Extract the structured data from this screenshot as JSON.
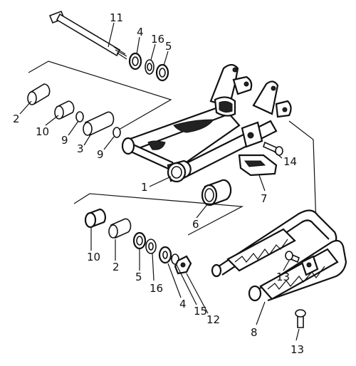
{
  "callouts": [
    {
      "id": "c11a",
      "text": "11"
    },
    {
      "id": "c4a",
      "text": "4"
    },
    {
      "id": "c16a",
      "text": "16"
    },
    {
      "id": "c5a",
      "text": "5"
    },
    {
      "id": "c2a",
      "text": "2"
    },
    {
      "id": "c10a",
      "text": "10"
    },
    {
      "id": "c9a",
      "text": "9"
    },
    {
      "id": "c3a",
      "text": "3"
    },
    {
      "id": "c9b",
      "text": "9"
    },
    {
      "id": "c14",
      "text": "14"
    },
    {
      "id": "c7",
      "text": "7"
    },
    {
      "id": "c1",
      "text": "1"
    },
    {
      "id": "c6",
      "text": "6"
    },
    {
      "id": "c10b",
      "text": "10"
    },
    {
      "id": "c2b",
      "text": "2"
    },
    {
      "id": "c5b",
      "text": "5"
    },
    {
      "id": "c16b",
      "text": "16"
    },
    {
      "id": "c4b",
      "text": "4"
    },
    {
      "id": "c15",
      "text": "15"
    },
    {
      "id": "c12",
      "text": "12"
    },
    {
      "id": "c13a",
      "text": "13"
    },
    {
      "id": "c8",
      "text": "8"
    },
    {
      "id": "c13b",
      "text": "13"
    }
  ]
}
